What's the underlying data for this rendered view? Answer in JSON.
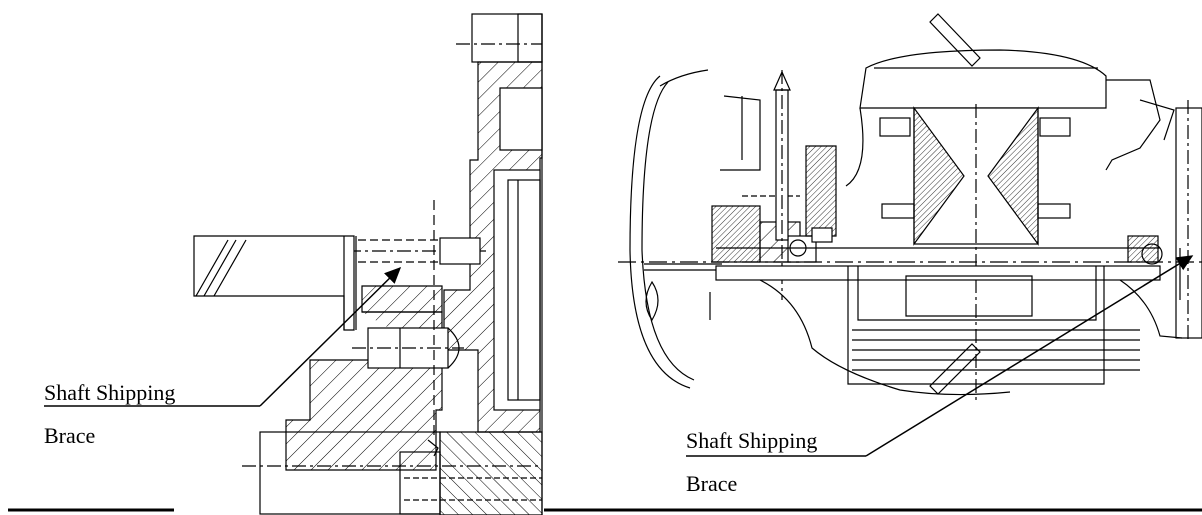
{
  "labels": {
    "left": {
      "line1": "Shaft Shipping",
      "line2": "Brace"
    },
    "right": {
      "line1": "Shaft Shipping",
      "line2": "Brace"
    }
  },
  "colors": {
    "ink": "#000000",
    "paper": "#ffffff"
  }
}
